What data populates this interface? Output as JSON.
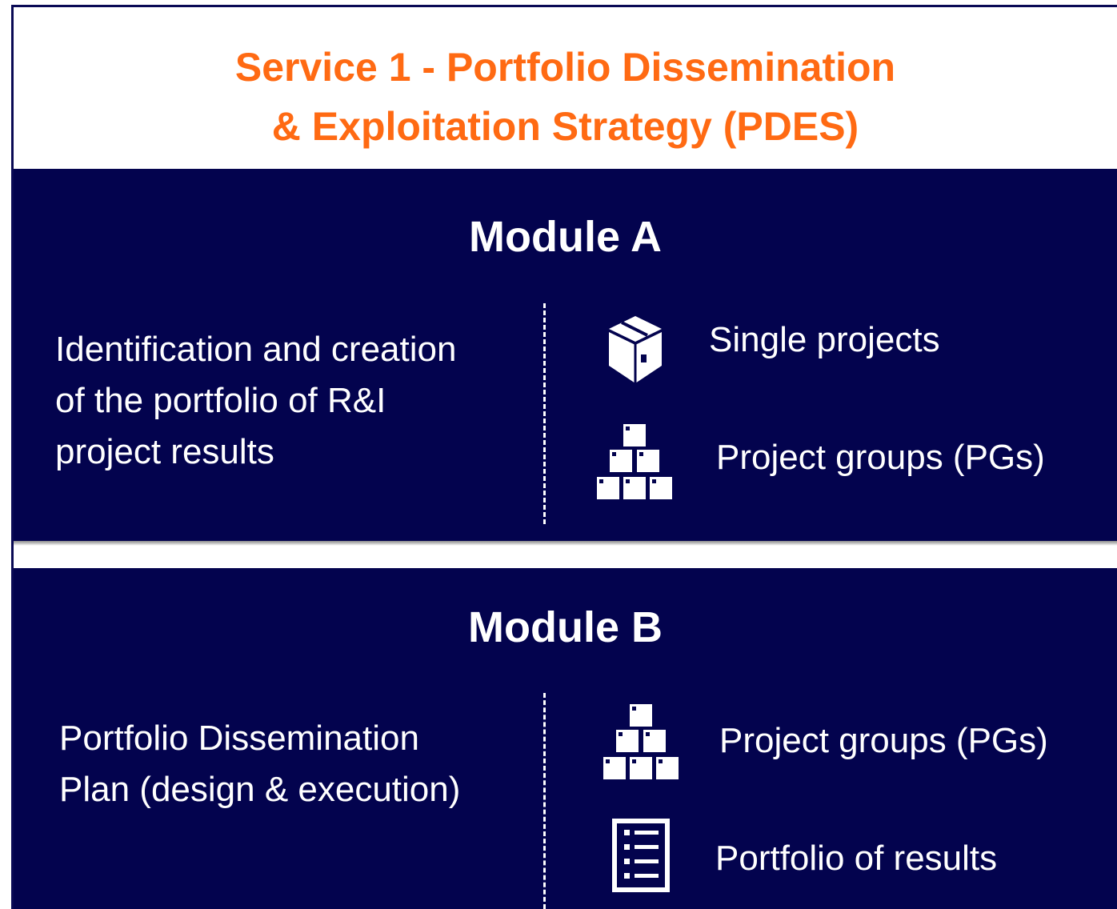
{
  "header": {
    "title_line1": "Service 1 - Portfolio Dissemination",
    "title_line2": "& Exploitation Strategy (PDES)",
    "title_color": "#ff6a13"
  },
  "colors": {
    "module_bg": "#03034e",
    "text": "#ffffff"
  },
  "module_a": {
    "title": "Module A",
    "desc_line1": "Identification and creation",
    "desc_line2": "of the portfolio of R&I",
    "desc_line3": "project results",
    "items": [
      {
        "icon": "open-box-icon",
        "label": "Single projects"
      },
      {
        "icon": "stacked-boxes-icon",
        "label": "Project groups (PGs)"
      }
    ]
  },
  "module_b": {
    "title": "Module B",
    "desc_line1": "Portfolio Dissemination",
    "desc_line2": "Plan (design & execution)",
    "items": [
      {
        "icon": "stacked-boxes-icon",
        "label": "Project groups (PGs)"
      },
      {
        "icon": "list-document-icon",
        "label": "Portfolio of results"
      }
    ]
  }
}
